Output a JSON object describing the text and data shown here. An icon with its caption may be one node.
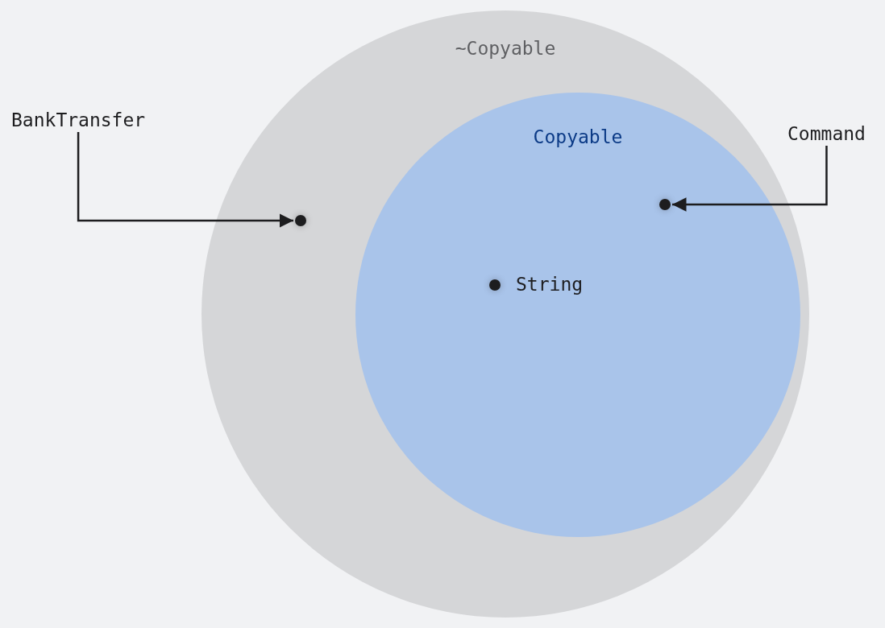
{
  "diagram": {
    "nodes": [
      {
        "text": [
          "~Copyable"
        ]
      },
      {
        "text": [
          "Copyable"
        ],
        "in": 0
      },
      {
        "text": [],
        "shape": "circle",
        "beside": [
          "String"
        ],
        "in": 1
      },
      {
        "text": [
          "BankTransfer"
        ]
      },
      {
        "text": [],
        "shape": "circle",
        "in": 0
      },
      {
        "text": [
          "Command"
        ]
      },
      {
        "text": [],
        "shape": "circle",
        "in": 1
      }
    ],
    "edges": [
      {
        "from": 3,
        "to": 4,
        "arrow": "to"
      },
      {
        "from": 5,
        "to": 6,
        "arrow": "to"
      }
    ]
  }
}
